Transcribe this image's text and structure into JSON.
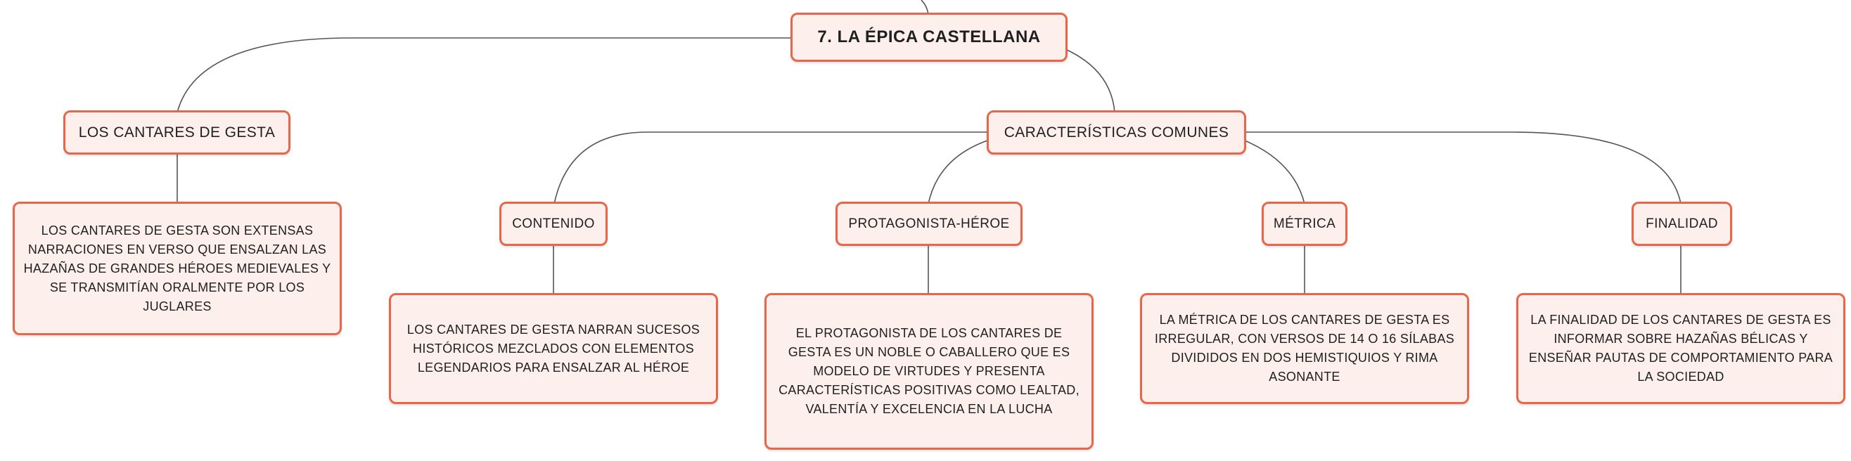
{
  "map": {
    "root": "7. LA ÉPICA CASTELLANA",
    "cantares": {
      "title": "LOS CANTARES DE GESTA",
      "text": "LOS CANTARES DE GESTA SON EXTENSAS NARRACIONES EN VERSO QUE ENSALZAN LAS HAZAÑAS DE GRANDES HÉROES MEDIEVALES Y SE TRANSMITÍAN ORALMENTE POR LOS JUGLARES"
    },
    "caracteristicas": {
      "title": "CARACTERÍSTICAS COMUNES",
      "items": [
        {
          "title": "CONTENIDO",
          "text": "LOS CANTARES DE GESTA NARRAN SUCESOS HISTÓRICOS MEZCLADOS CON ELEMENTOS LEGENDARIOS PARA ENSALZAR AL HÉROE"
        },
        {
          "title": "PROTAGONISTA-HÉROE",
          "text": "EL PROTAGONISTA DE LOS CANTARES DE GESTA ES UN NOBLE O CABALLERO QUE ES MODELO DE VIRTUDES Y PRESENTA CARACTERÍSTICAS POSITIVAS COMO LEALTAD, VALENTÍA Y EXCELENCIA EN LA LUCHA"
        },
        {
          "title": "MÉTRICA",
          "text": "LA MÉTRICA DE LOS CANTARES DE GESTA ES IRREGULAR, CON VERSOS DE 14 O 16 SÍLABAS DIVIDIDOS EN DOS HEMISTIQUIOS Y RIMA ASONANTE"
        },
        {
          "title": "FINALIDAD",
          "text": "LA FINALIDAD DE LOS CANTARES DE GESTA ES INFORMAR SOBRE HAZAÑAS BÉLICAS Y ENSEÑAR PAUTAS DE COMPORTAMIENTO PARA LA SOCIEDAD"
        }
      ]
    }
  },
  "colors": {
    "node_border": "#e8664a",
    "node_fill": "#fdf0ec",
    "connector": "#555555"
  }
}
